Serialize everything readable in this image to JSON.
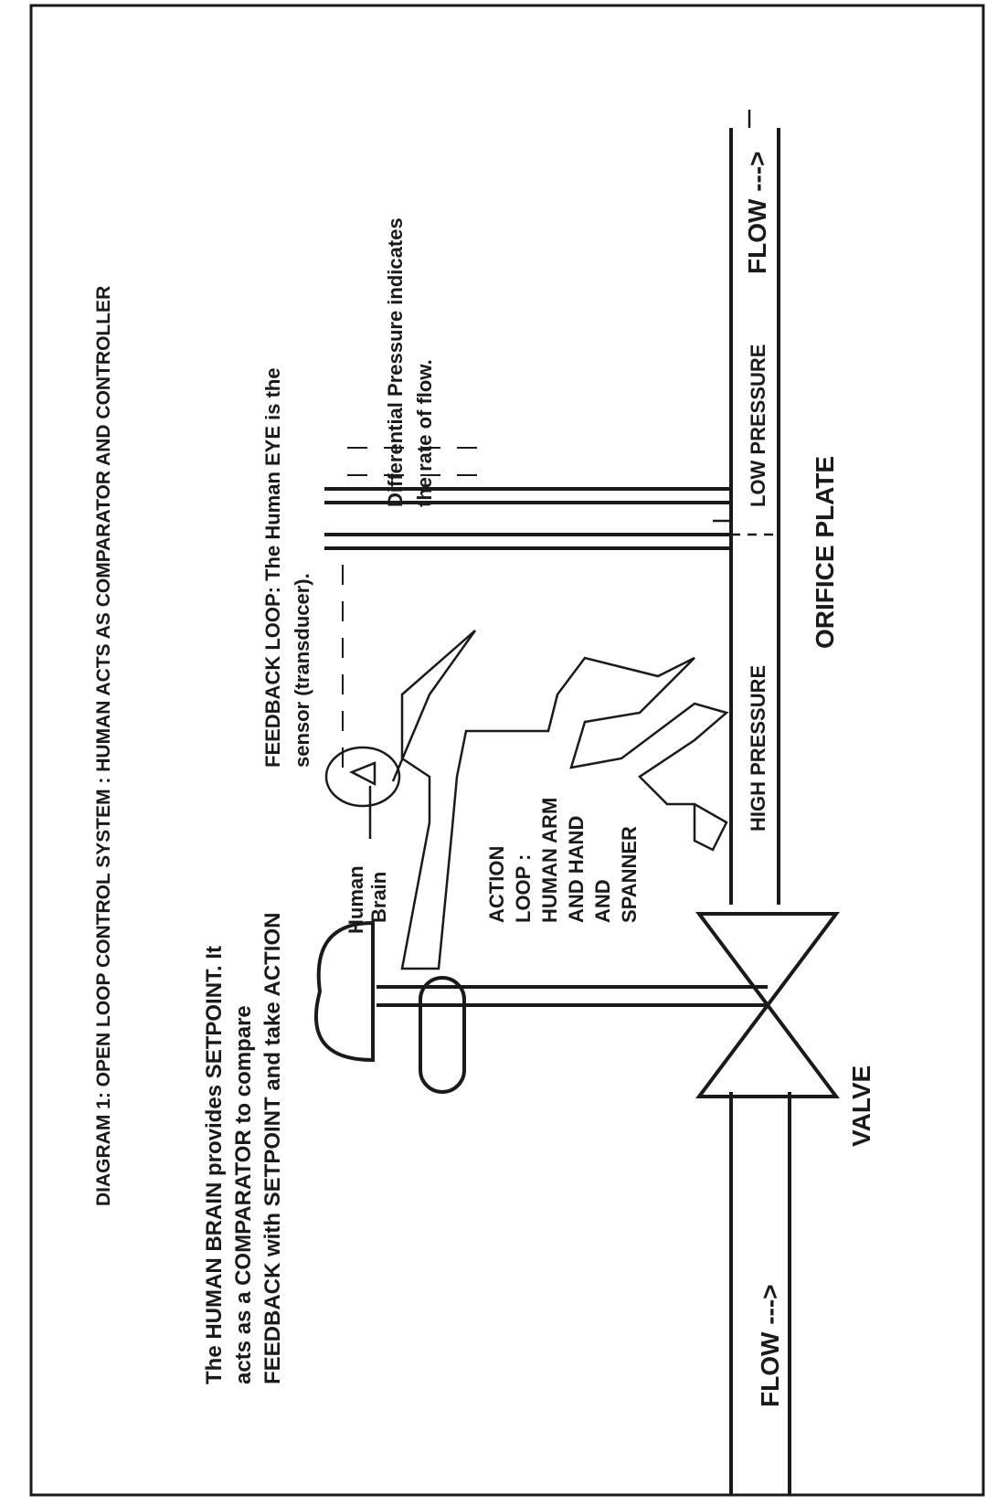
{
  "diagram": {
    "title": "DIAGRAM 1: OPEN LOOP CONTROL SYSTEM : HUMAN ACTS AS COMPARATOR AND CONTROLLER",
    "brain_note": [
      "The HUMAN BRAIN provides SETPOINT. It",
      "acts as a COMPARATOR to compare",
      "FEEDBACK with SETPOINT and take ACTION"
    ],
    "feedback_note": [
      "FEEDBACK LOOP:  The Human EYE is the",
      "sensor (transducer)."
    ],
    "dp_note": [
      "Differential  Pressure  indicates",
      "the rate of flow."
    ],
    "human_brain_label": [
      "Human",
      "Brain"
    ],
    "action_loop_label": [
      "ACTION",
      "LOOP :",
      "HUMAN ARM",
      "AND HAND",
      "AND",
      "SPANNER"
    ],
    "flow_in": "FLOW --->",
    "flow_out": "FLOW --->",
    "high_pressure": "HIGH PRESSURE",
    "low_pressure": "LOW PRESSURE",
    "orifice_plate": "ORIFICE PLATE",
    "valve": "VALVE"
  },
  "colors": {
    "ink": "#1a1a1a",
    "paper": "#ffffff"
  }
}
